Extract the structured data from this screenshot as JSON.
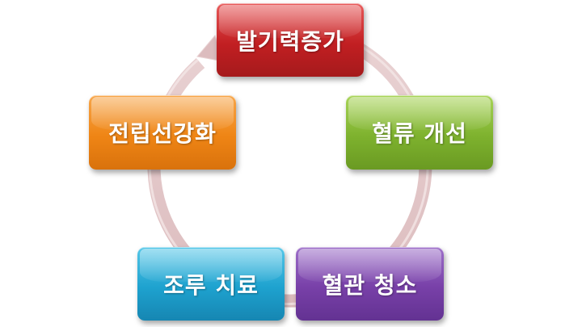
{
  "diagram": {
    "type": "cycle",
    "nodes": [
      {
        "id": "top",
        "label": "발기력증가",
        "color": "#c21f22"
      },
      {
        "id": "right",
        "label": "혈류 개선",
        "color": "#7eb22e"
      },
      {
        "id": "bottom-right",
        "label": "혈관 청소",
        "color": "#7840a8"
      },
      {
        "id": "bottom-left",
        "label": "조루 치료",
        "color": "#1ea2cf"
      },
      {
        "id": "left",
        "label": "전립선강화",
        "color": "#ef8515"
      }
    ],
    "ring_color": "#e5c9cb",
    "direction": "clockwise"
  }
}
